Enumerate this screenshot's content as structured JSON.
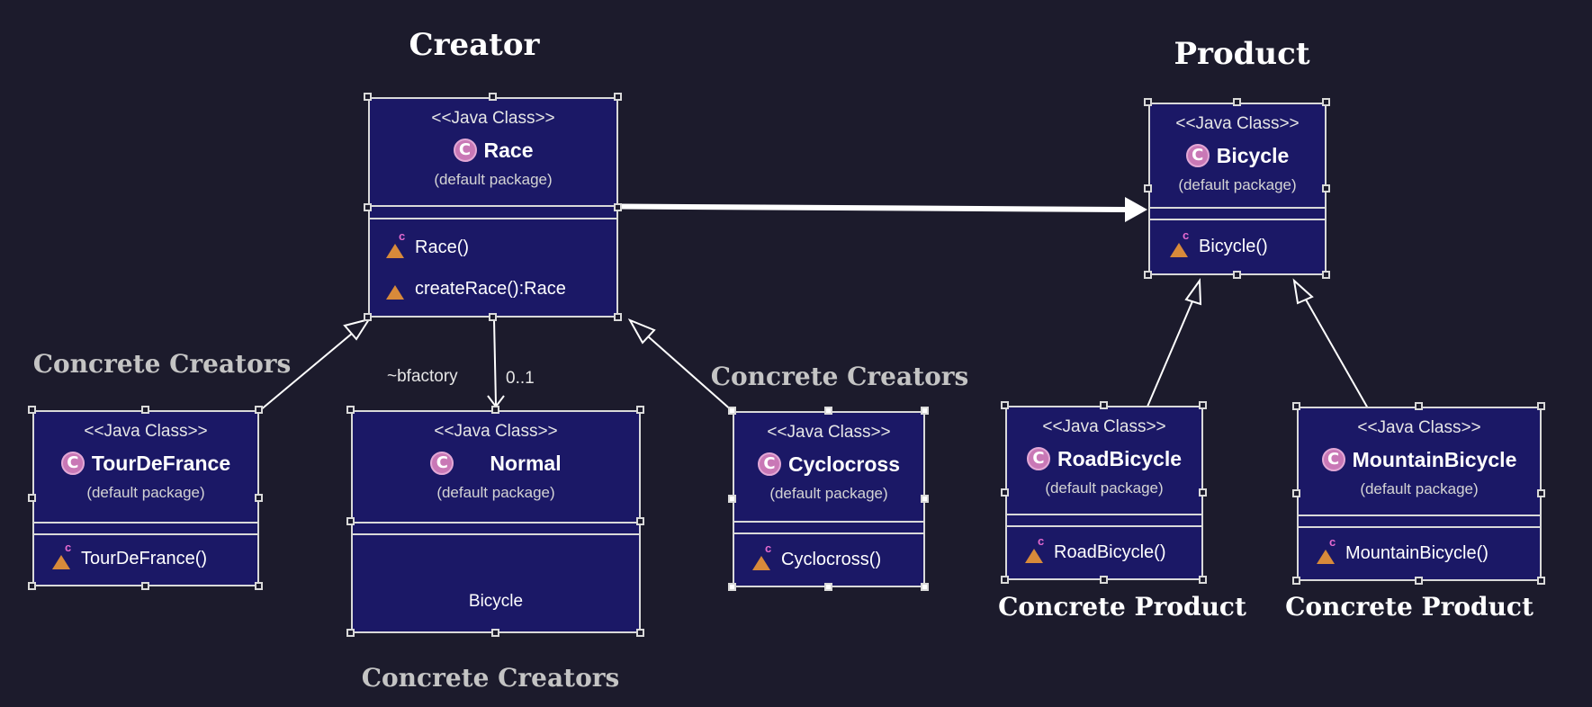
{
  "headings": {
    "creator": "Creator",
    "product": "Product"
  },
  "captions": {
    "concrete_creators_left": "Concrete Creators",
    "concrete_creators_right": "Concrete Creators",
    "concrete_creators_bottom": "Concrete Creators",
    "concrete_product_road": "Concrete Product",
    "concrete_product_mountain": "Concrete Product"
  },
  "classes": {
    "race": {
      "stereotype": "<<Java Class>>",
      "name": "Race",
      "package": "(default package)",
      "ops": [
        "Race()",
        "createRace():Race"
      ]
    },
    "bicycle": {
      "stereotype": "<<Java Class>>",
      "name": "Bicycle",
      "package": "(default package)",
      "ops": [
        "Bicycle()"
      ]
    },
    "tourdefrance": {
      "stereotype": "<<Java Class>>",
      "name": "TourDeFrance",
      "package": "(default package)",
      "ops": [
        "TourDeFrance()"
      ]
    },
    "normal": {
      "stereotype": "<<Java Class>>",
      "name": "Normal",
      "package": "(default package)",
      "attr": "Bicycle"
    },
    "cyclocross": {
      "stereotype": "<<Java Class>>",
      "name": "Cyclocross",
      "package": "(default package)",
      "ops": [
        "Cyclocross()"
      ]
    },
    "roadbicycle": {
      "stereotype": "<<Java Class>>",
      "name": "RoadBicycle",
      "package": "(default package)",
      "ops": [
        "RoadBicycle()"
      ]
    },
    "mountainbicycle": {
      "stereotype": "<<Java Class>>",
      "name": "MountainBicycle",
      "package": "(default package)",
      "ops": [
        "MountainBicycle()"
      ]
    }
  },
  "association": {
    "role": "~bfactory",
    "multiplicity": "0..1"
  },
  "icons": {
    "class": "class-icon",
    "constructor": "constructor-icon",
    "method": "method-icon"
  },
  "class_icon_letter": "C",
  "constructor_marker": "c",
  "colors": {
    "background": "#1c1b2c",
    "class_fill": "#1b1866",
    "border": "#d9d9d9",
    "class_icon": "#c978b6",
    "method_icon": "#d88a3a"
  }
}
